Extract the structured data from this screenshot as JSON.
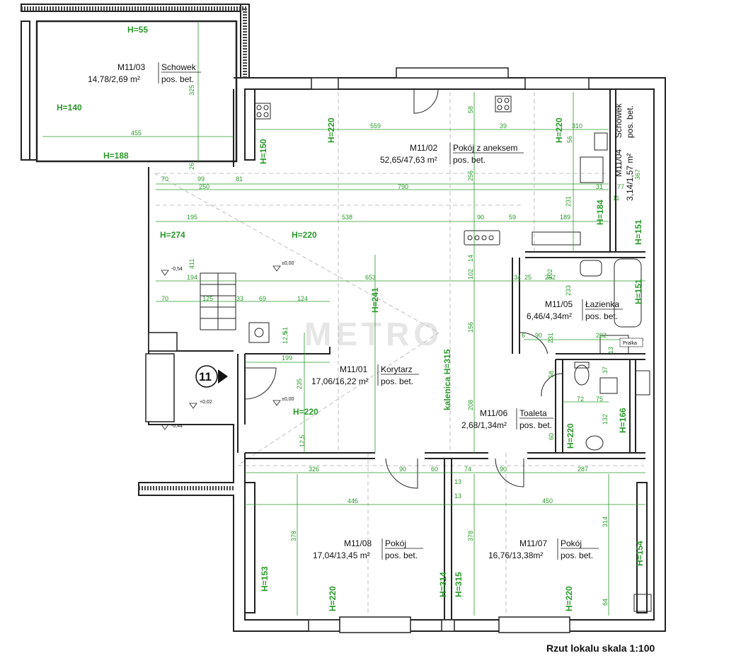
{
  "watermark": "METRO",
  "caption": "Rzut lokalu skala 1:100",
  "unit_number": "11",
  "rooms": [
    {
      "code": "M11/03",
      "name": "Schowek",
      "area": "14,78/2,69 m²",
      "floor": "pos. bet."
    },
    {
      "code": "M11/02",
      "name": "Pokój z aneksem",
      "area": "52,65/47,63 m²",
      "floor": "pos. bet."
    },
    {
      "code": "M11/04",
      "name": "Schowek",
      "area": "3,14/1,57 m²",
      "floor": "pos. bet."
    },
    {
      "code": "M11/05",
      "name": "Łazienka",
      "area": "6,46/4,34m²",
      "floor": "pos. bet."
    },
    {
      "code": "M11/01",
      "name": "Korytarz",
      "area": "17,06/16,22 m²",
      "floor": "pos. bet."
    },
    {
      "code": "M11/06",
      "name": "Toaleta",
      "area": "2,68/1,34m²",
      "floor": "pos. bet."
    },
    {
      "code": "M11/08",
      "name": "Pokój",
      "area": "17,04/13,45 m²",
      "floor": "pos. bet."
    },
    {
      "code": "M11/07",
      "name": "Pokój",
      "area": "16,76/13,38m²",
      "floor": "pos. bet."
    }
  ],
  "heights": [
    "H=55",
    "H=140",
    "H=188",
    "H=220",
    "H=150",
    "H=220",
    "H=274",
    "H=220",
    "H=184",
    "H=151",
    "H=151",
    "H=241",
    "H=220",
    "H=166",
    "H=220",
    "H=153",
    "H=220",
    "H=314",
    "H=315",
    "H=220",
    "H=154"
  ],
  "kalenica": "kalenica H=315",
  "levels": [
    "±0,00",
    "-0,54",
    "±0,00",
    "+0,02",
    "-0,44"
  ],
  "appliance": "Pralka",
  "dimensions": [
    "325",
    "455",
    "26",
    "559",
    "39",
    "310",
    "56",
    "58",
    "256",
    "367",
    "70",
    "99",
    "81",
    "250",
    "790",
    "31",
    "77",
    "11",
    "231",
    "195",
    "538",
    "90",
    "59",
    "189",
    "411",
    "14",
    "102",
    "194",
    "653",
    "34",
    "25",
    "252",
    "102",
    "233",
    "70",
    "125",
    "33",
    "69",
    "124",
    "199",
    "12,5",
    "51",
    "235",
    "156",
    "6",
    "90",
    "231",
    "202",
    "58",
    "13",
    "37",
    "72",
    "75",
    "208",
    "132",
    "60",
    "12,5",
    "326",
    "90",
    "60",
    "74",
    "90",
    "287",
    "13",
    "446",
    "13",
    "450",
    "378",
    "378",
    "314",
    "64"
  ]
}
